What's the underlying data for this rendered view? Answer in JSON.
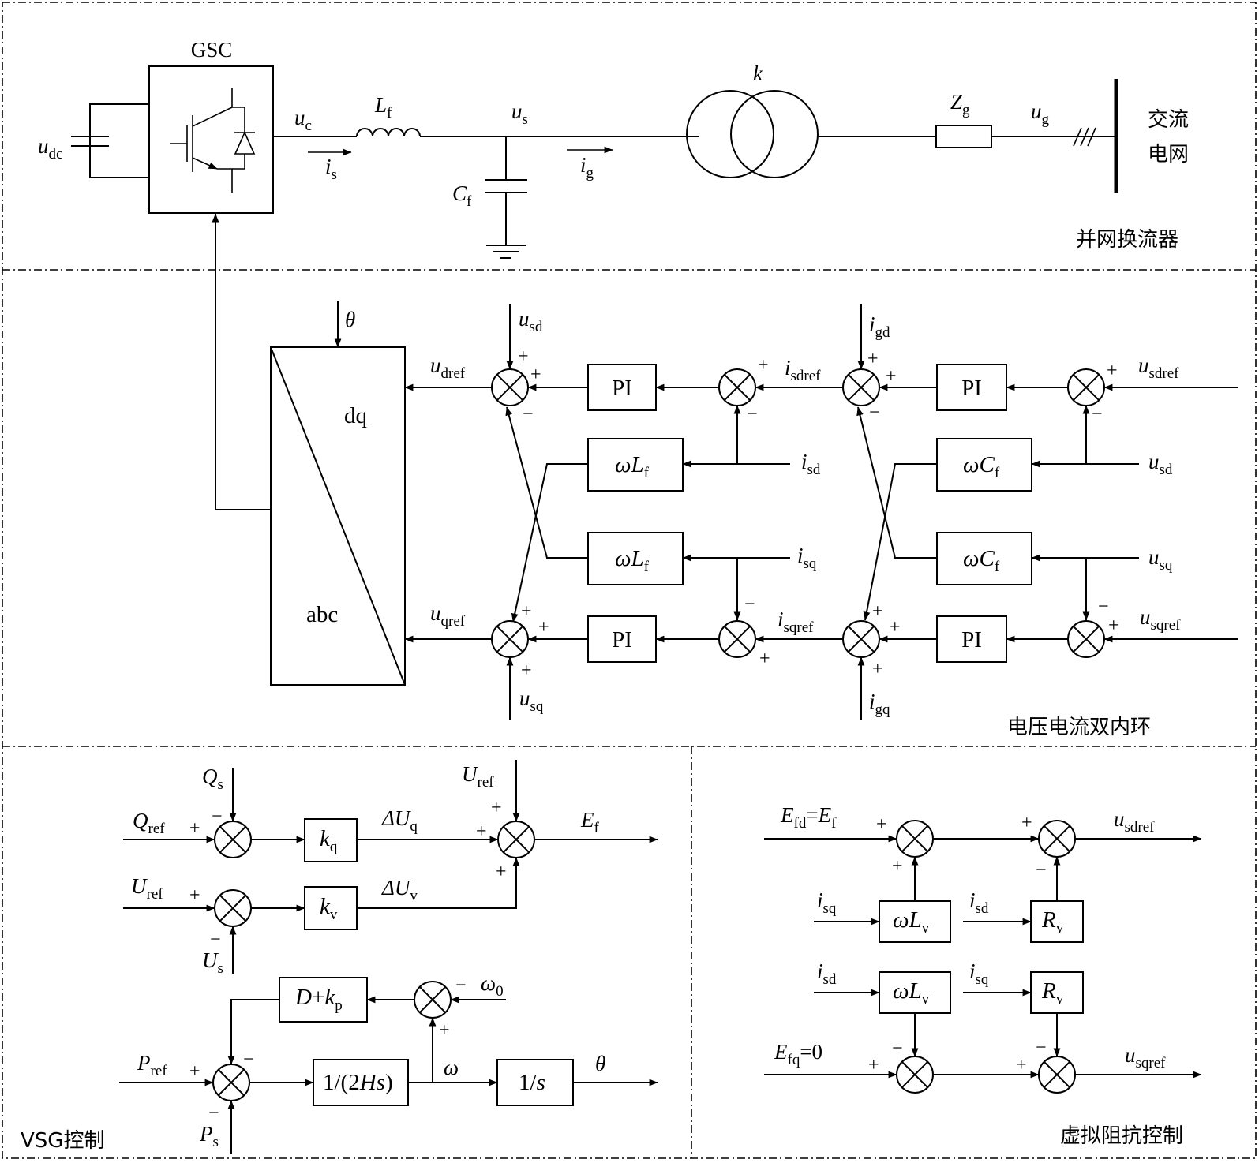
{
  "sections": {
    "grid_converter": "并网换流器",
    "dual_loop": "电压电流双内环",
    "vsg": "VSG控制",
    "virtual_impedance": "虚拟阻抗控制"
  },
  "power_stage": {
    "gsc": "GSC",
    "grid_line1": "交流",
    "grid_line2": "电网",
    "udc": "u",
    "udc_sub": "dc",
    "uc": "u",
    "uc_sub": "c",
    "is": "i",
    "is_sub": "s",
    "Lf": "L",
    "Lf_sub": "f",
    "us": "u",
    "us_sub": "s",
    "ig": "i",
    "ig_sub": "g",
    "Cf": "C",
    "Cf_sub": "f",
    "k": "k",
    "Zg": "Z",
    "Zg_sub": "g",
    "ug": "u",
    "ug_sub": "g"
  },
  "dual_loop": {
    "theta": "θ",
    "dq": "dq",
    "abc": "abc",
    "pi": "PI",
    "wLf_w": "ω",
    "wLf_L": "L",
    "wLf_sub": "f",
    "wCf_w": "ω",
    "wCf_C": "C",
    "wCf_sub": "f",
    "u": "u",
    "i": "i",
    "usd_sub": "sd",
    "usq_sub": "sq",
    "udref_sub": "dref",
    "uqref_sub": "qref",
    "isdref_sub": "sdref",
    "isqref_sub": "sqref",
    "igd_sub": "gd",
    "igq_sub": "gq",
    "isd_sub": "sd",
    "isq_sub": "sq",
    "usdref_sub": "sdref",
    "usqref_sub": "sqref"
  },
  "vsg": {
    "Q": "Q",
    "Qs_sub": "s",
    "Qref_sub": "ref",
    "U": "U",
    "Uref_sub": "ref",
    "Us_sub": "s",
    "kq_k": "k",
    "kq_sub": "q",
    "kv_k": "k",
    "kv_sub": "v",
    "dUq": "ΔU",
    "dUq_sub": "q",
    "dUv": "ΔU",
    "dUv_sub": "v",
    "Ef": "E",
    "Ef_sub": "f",
    "Dkp_D": "D",
    "Dkp_plus": "+",
    "Dkp_k": "k",
    "Dkp_sub": "p",
    "omega0": "ω",
    "omega0_sub": "0",
    "P": "P",
    "Pref_sub": "ref",
    "Ps_sub": "s",
    "gain_1": "1/(2",
    "gain_H": "Hs",
    "gain_2": ")",
    "omega": "ω",
    "integ_1": "1/",
    "integ_s": "s",
    "theta": "θ"
  },
  "virtual_impedance": {
    "Efd_E": "E",
    "Efd_sub": "fd",
    "Efd_eq": "=",
    "Ef_E": "E",
    "Ef_sub": "f",
    "Efq_E": "E",
    "Efq_sub": "fq",
    "Efq_val": "=0",
    "wLv_w": "ω",
    "wLv_L": "L",
    "wLv_sub": "v",
    "Rv_R": "R",
    "Rv_sub": "v",
    "i": "i",
    "isd_sub": "sd",
    "isq_sub": "sq",
    "u": "u",
    "usdref_sub": "sdref",
    "usqref_sub": "sqref"
  },
  "signs": {
    "plus": "+",
    "minus": "−"
  }
}
